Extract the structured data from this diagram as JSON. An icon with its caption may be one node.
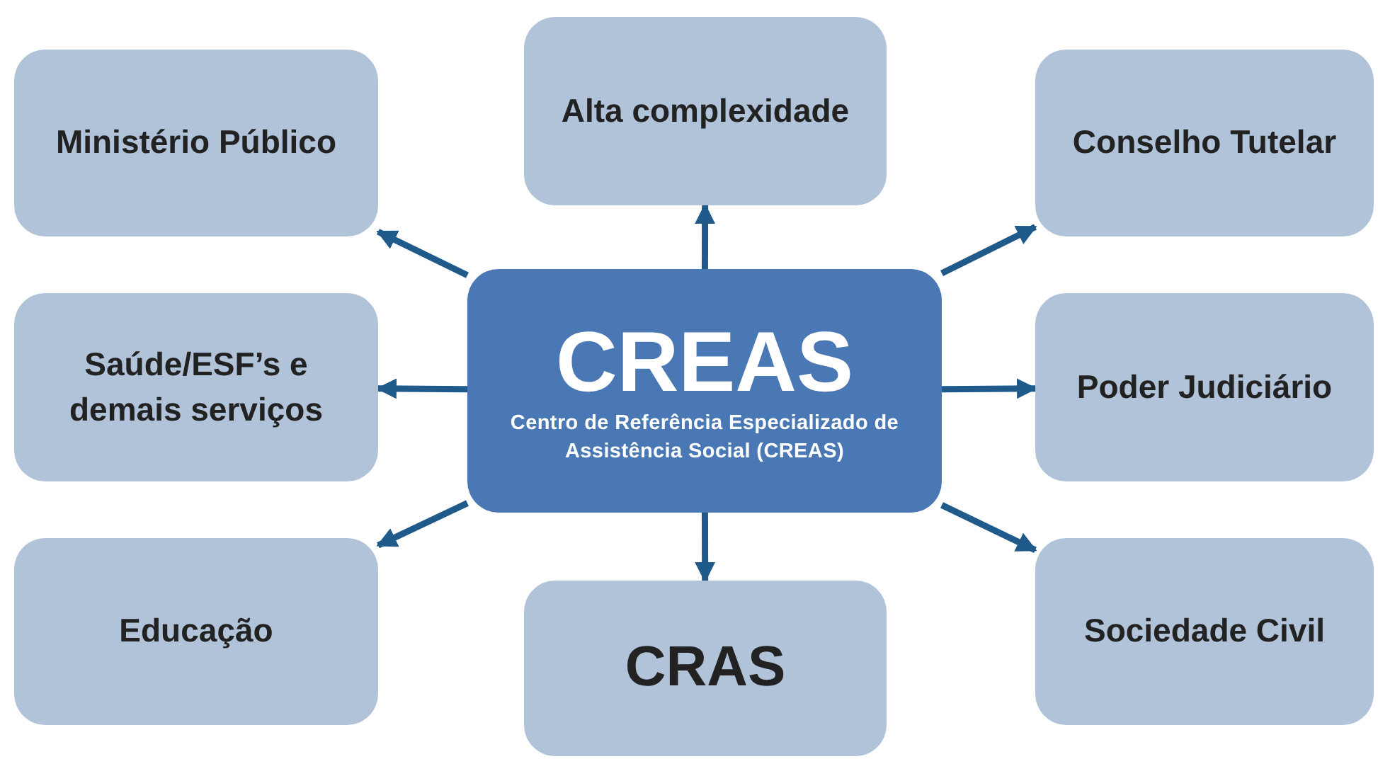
{
  "diagram": {
    "nodes": [
      {
        "text": [
          "Ministério Público"
        ]
      },
      {
        "text": [
          "Alta complexidade"
        ]
      },
      {
        "text": [
          "Conselho Tutelar"
        ]
      },
      {
        "text": [
          "Saúde/ESF’s e demais serviços"
        ]
      },
      {
        "text": [
          "CREAS",
          "Centro de Referência Especializado de Assistência Social (CREAS)"
        ]
      },
      {
        "text": [
          "Poder Judiciário"
        ]
      },
      {
        "text": [
          "Educação"
        ]
      },
      {
        "text": [
          "CRAS"
        ]
      },
      {
        "text": [
          "Sociedade Civil"
        ]
      }
    ],
    "edges": [
      {
        "from": 4,
        "to": 0,
        "arrow": "to"
      },
      {
        "from": 4,
        "to": 1,
        "arrow": "to"
      },
      {
        "from": 4,
        "to": 2,
        "arrow": "to"
      },
      {
        "from": 4,
        "to": 3,
        "arrow": "to"
      },
      {
        "from": 4,
        "to": 5,
        "arrow": "to"
      },
      {
        "from": 4,
        "to": 6,
        "arrow": "to"
      },
      {
        "from": 4,
        "to": 7,
        "arrow": "to"
      },
      {
        "from": 4,
        "to": 8,
        "arrow": "to"
      }
    ]
  }
}
